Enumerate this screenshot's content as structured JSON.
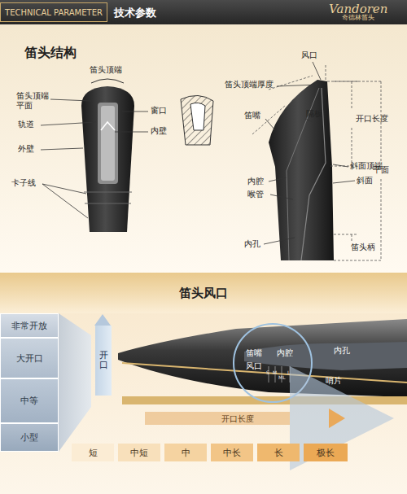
{
  "diagram": {
    "nodes": [
      {
        "text": [
          "TECHNICAL PARAMETER"
        ]
      },
      {
        "text": [
          "非常开放"
        ]
      },
      {
        "text": [
          "大开口"
        ]
      },
      {
        "text": [
          "中等"
        ]
      },
      {
        "text": [
          "小型"
        ]
      },
      {
        "text": [
          "开口"
        ]
      },
      {
        "text": [
          "开口长度"
        ]
      },
      {
        "text": [
          "短"
        ]
      },
      {
        "text": [
          "中短"
        ]
      },
      {
        "text": [
          "中"
        ]
      },
      {
        "text": [
          "中长"
        ]
      },
      {
        "text": [
          "长"
        ]
      },
      {
        "text": [
          "极长"
        ]
      }
    ],
    "labels": [
      "技术参数",
      "Vandoren",
      "奇德林笛头",
      "笛头结构",
      "笛头顶端",
      "笛头顶端平面",
      "窗口",
      "轨道",
      "内壁",
      "外壁",
      "卡子线",
      "风口",
      "笛头顶端厚度",
      "笛嘴",
      "隔板",
      "开口长度",
      "斜面顶端",
      "斜面",
      "平面",
      "内腔",
      "喉管",
      "内孔",
      "笛头柄",
      "笛头风口",
      "笛嘴",
      "风口",
      "内腔",
      "内孔",
      "哨片",
      "S",
      "M",
      "ML",
      "L"
    ]
  }
}
